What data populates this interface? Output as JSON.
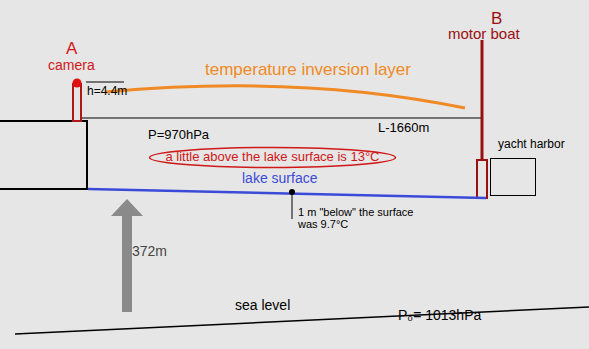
{
  "diagram": {
    "nodes": [
      {
        "text": [
          "a little above the lake surface is 13°C"
        ]
      },
      {
        "text": [
          "yacht harbor"
        ]
      }
    ],
    "labels": [
      "A",
      "camera",
      "h=4.4m",
      "temperature inversion layer",
      "B",
      "motor boat",
      "P=970hPa",
      "L-1660m",
      "lake surface",
      "1 m \"below\" the surface was 9.7°C",
      "372m",
      "sea level",
      "P₀= 1013hPa"
    ]
  }
}
